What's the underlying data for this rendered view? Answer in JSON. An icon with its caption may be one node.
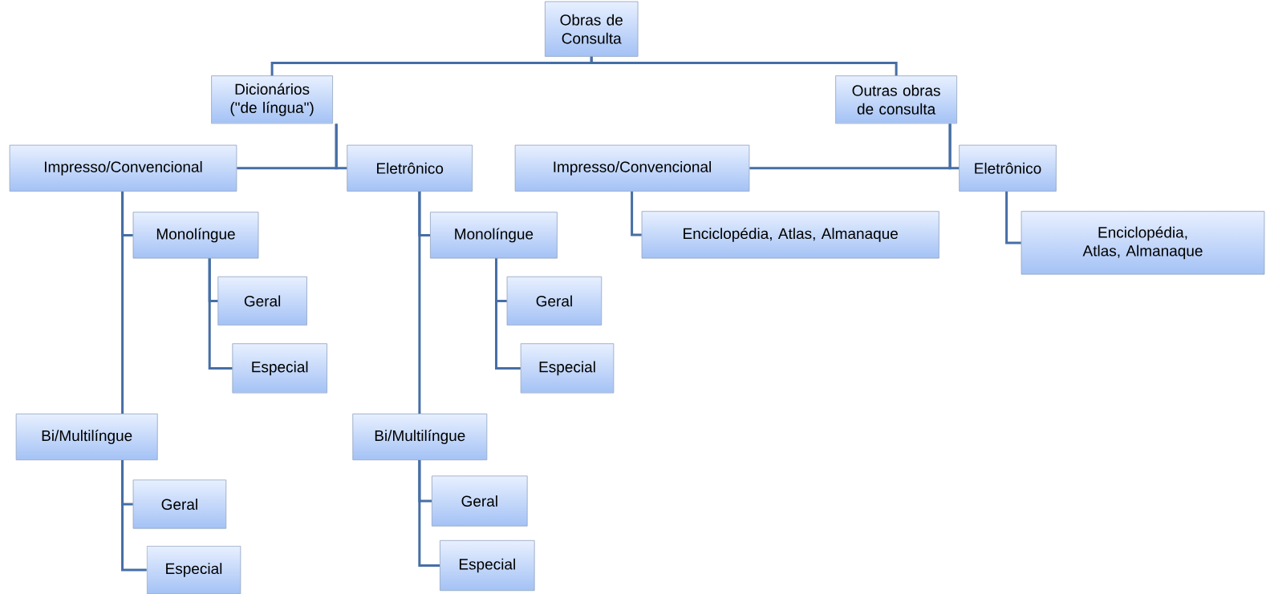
{
  "diagram": {
    "nodes": [
      {
        "text": [
          "Obras de Consulta"
        ]
      },
      {
        "text": [
          "Dicionários (\"de língua\")"
        ]
      },
      {
        "text": [
          "Outras obras de consulta"
        ]
      },
      {
        "text": [
          "Impresso/Convencional"
        ]
      },
      {
        "text": [
          "Eletrônico"
        ]
      },
      {
        "text": [
          "Impresso/Convencional"
        ]
      },
      {
        "text": [
          "Eletrônico"
        ]
      },
      {
        "text": [
          "Monolíngue"
        ]
      },
      {
        "text": [
          "Geral"
        ]
      },
      {
        "text": [
          "Especial"
        ]
      },
      {
        "text": [
          "Bi/Multilíngue"
        ]
      },
      {
        "text": [
          "Geral"
        ]
      },
      {
        "text": [
          "Especial"
        ]
      },
      {
        "text": [
          "Monolíngue"
        ]
      },
      {
        "text": [
          "Geral"
        ]
      },
      {
        "text": [
          "Especial"
        ]
      },
      {
        "text": [
          "Bi/Multilíngue"
        ]
      },
      {
        "text": [
          "Geral"
        ]
      },
      {
        "text": [
          "Especial"
        ]
      },
      {
        "text": [
          "Enciclopédia, Atlas, Almanaque"
        ]
      },
      {
        "text": [
          "Enciclopédia, Atlas, Almanaque"
        ]
      }
    ],
    "edges": [
      {
        "from": 0,
        "to": 1,
        "arrow": "none"
      },
      {
        "from": 0,
        "to": 2,
        "arrow": "none"
      },
      {
        "from": 1,
        "to": 3,
        "arrow": "none"
      },
      {
        "from": 1,
        "to": 4,
        "arrow": "none"
      },
      {
        "from": 2,
        "to": 5,
        "arrow": "none"
      },
      {
        "from": 2,
        "to": 6,
        "arrow": "none"
      },
      {
        "from": 3,
        "to": 7,
        "arrow": "none"
      },
      {
        "from": 3,
        "to": 10,
        "arrow": "none"
      },
      {
        "from": 7,
        "to": 8,
        "arrow": "none"
      },
      {
        "from": 7,
        "to": 9,
        "arrow": "none"
      },
      {
        "from": 10,
        "to": 11,
        "arrow": "none"
      },
      {
        "from": 10,
        "to": 12,
        "arrow": "none"
      },
      {
        "from": 4,
        "to": 13,
        "arrow": "none"
      },
      {
        "from": 4,
        "to": 16,
        "arrow": "none"
      },
      {
        "from": 13,
        "to": 14,
        "arrow": "none"
      },
      {
        "from": 13,
        "to": 15,
        "arrow": "none"
      },
      {
        "from": 16,
        "to": 17,
        "arrow": "none"
      },
      {
        "from": 16,
        "to": 18,
        "arrow": "none"
      },
      {
        "from": 5,
        "to": 19,
        "arrow": "none"
      },
      {
        "from": 6,
        "to": 20,
        "arrow": "none"
      }
    ]
  }
}
